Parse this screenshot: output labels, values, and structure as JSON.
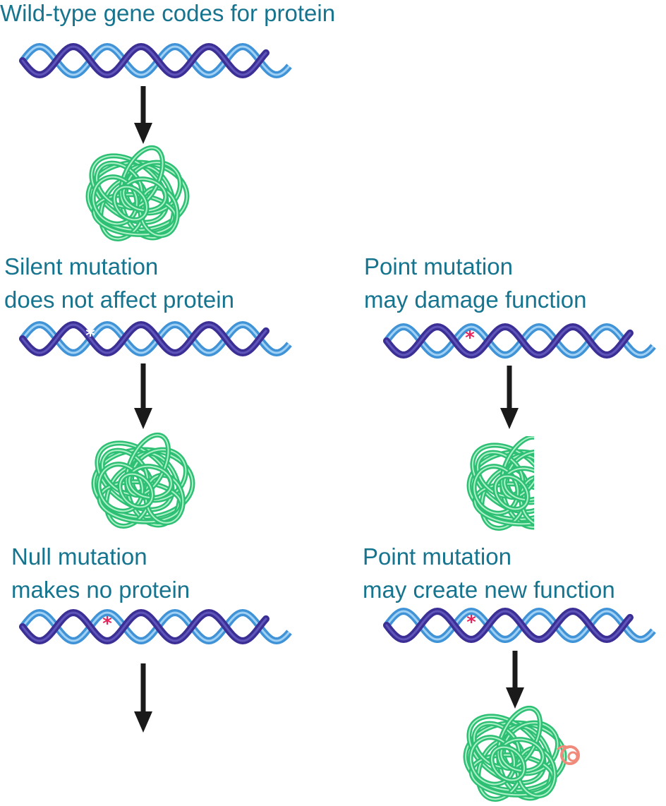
{
  "title": "Wild-type gene codes for protein",
  "panels": {
    "silent": {
      "line1": "Silent mutation",
      "line2": "does not affect protein",
      "mutation_marker": "white-asterisk"
    },
    "damage": {
      "line1": "Point mutation",
      "line2": "may damage function",
      "mutation_marker": "red-asterisk"
    },
    "null": {
      "line1": "Null mutation",
      "line2": "makes no protein",
      "mutation_marker": "red-asterisk"
    },
    "new_function": {
      "line1": "Point mutation",
      "line2": "may create new function",
      "mutation_marker": "red-asterisk"
    }
  },
  "colors": {
    "text": "#16748f",
    "dna_dark_strand": "#3b2f96",
    "dna_light_strand": "#3f93d6",
    "protein": "#2dbf73",
    "mutation_asterisk": "#e8245c",
    "new_domain": "#f08a7a",
    "arrow": "#1a1a1a"
  }
}
